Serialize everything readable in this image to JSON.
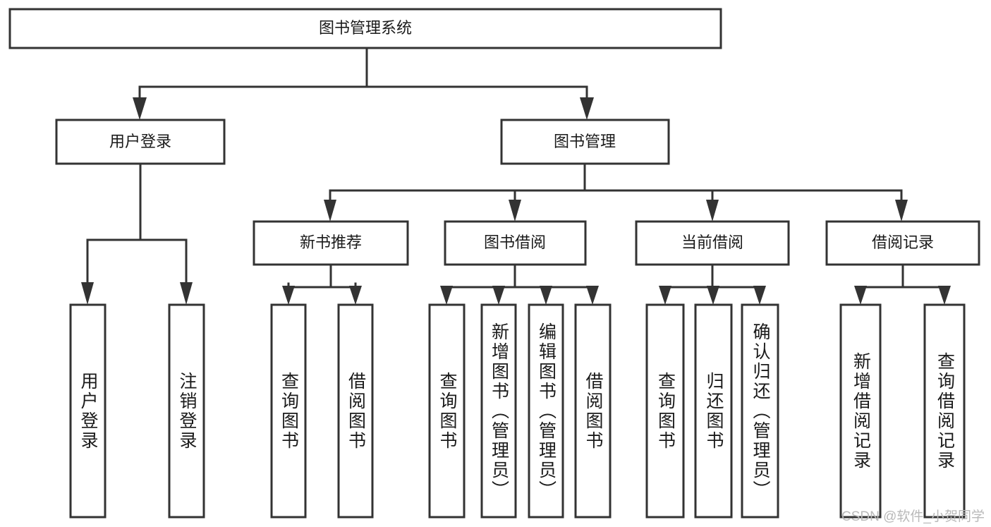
{
  "diagram": {
    "type": "tree",
    "title_node": {
      "label": "图书管理系统"
    },
    "level2": [
      {
        "label": "用户登录"
      },
      {
        "label": "图书管理"
      }
    ],
    "level3": [
      {
        "label": "新书推荐"
      },
      {
        "label": "图书借阅"
      },
      {
        "label": "当前借阅"
      },
      {
        "label": "借阅记录"
      }
    ],
    "leaves": {
      "user_login": [
        {
          "label": "用户登录"
        },
        {
          "label": "注销登录"
        }
      ],
      "new_book_recommend": [
        {
          "label": "查询图书"
        },
        {
          "label": "借阅图书"
        }
      ],
      "book_borrow": [
        {
          "label": "查询图书"
        },
        {
          "label": "新增图书（管理员）"
        },
        {
          "label": "编辑图书（管理员）"
        },
        {
          "label": "借阅图书"
        }
      ],
      "current_borrow": [
        {
          "label": "查询图书"
        },
        {
          "label": "归还图书"
        },
        {
          "label": "确认归还（管理员）"
        }
      ],
      "borrow_record": [
        {
          "label": "新增借阅记录"
        },
        {
          "label": "查询借阅记录"
        }
      ]
    }
  },
  "watermark": {
    "text": "CSDN @软件_小贺同学"
  },
  "colors": {
    "stroke": "#333333",
    "text": "#1a1a1a",
    "background": "#ffffff",
    "watermark": "#b9b9b9"
  }
}
